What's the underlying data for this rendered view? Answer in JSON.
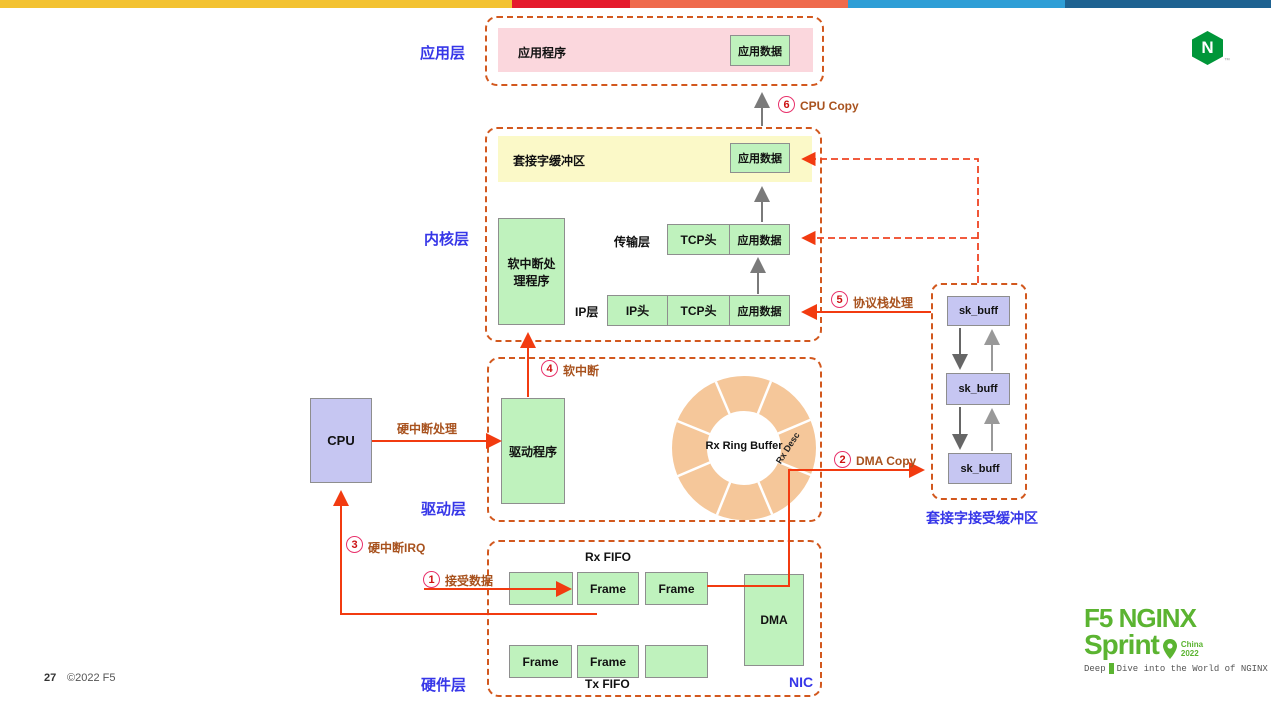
{
  "page": {
    "number": "27",
    "copyright": "©2022 F5"
  },
  "top_bar": {
    "colors": [
      "#F3C231",
      "#E51A2C",
      "#EF6A4C",
      "#2E9ED6",
      "#1E6291"
    ]
  },
  "palette": {
    "dashed_border": "#D2581E",
    "arrow_red": "#F23B10",
    "label_brown": "#A8521E",
    "label_blue": "#3636E8",
    "box_green": "#BFF2BD",
    "box_purple": "#C6C6F2",
    "box_pink": "#FBD7DD",
    "box_yellow": "#FBF9C8",
    "ring_peach": "#F5C79A",
    "nginx_green": "#009639",
    "sprint_green": "#5BB431"
  },
  "nginx_logo": {
    "letter": "N",
    "trademark": "™"
  },
  "sprint_logo": {
    "line1": "F5 NGINX",
    "line2": "Sprint",
    "location": "China",
    "year": "2022",
    "tagline_left": "Deep",
    "tagline_right": "Dive into the World of NGINX"
  },
  "layers": {
    "application": {
      "label": "应用层",
      "program": "应用程序",
      "data_chip": "应用数据"
    },
    "kernel": {
      "label": "内核层",
      "socket_buffer_title": "套接字缓冲区",
      "socket_buffer_chip": "应用数据",
      "softirq_handler": "软中断处\n理程序",
      "transport_row": {
        "label": "传输层",
        "cells": [
          "TCP头",
          "应用数据"
        ]
      },
      "ip_row": {
        "label": "IP层",
        "cells": [
          "IP头",
          "TCP头",
          "应用数据"
        ]
      }
    },
    "driver": {
      "label": "驱动层",
      "cpu": "CPU",
      "driver_box": "驱动程序",
      "ring_label": "Rx Ring Buffer",
      "rx_desc": "Rx Desc"
    },
    "hardware": {
      "label": "硬件层",
      "nic": "NIC",
      "rx_fifo": "Rx FIFO",
      "tx_fifo": "Tx FIFO",
      "dma": "DMA",
      "rx_row": [
        "",
        "Frame",
        "Frame"
      ],
      "tx_row": [
        "Frame",
        "Frame",
        ""
      ]
    }
  },
  "socket_recv_buffer": {
    "label": "套接字接受缓冲区",
    "items": [
      "sk_buff",
      "sk_buff",
      "sk_buff"
    ]
  },
  "steps": [
    {
      "num": "1",
      "label": "接受数据"
    },
    {
      "num": "2",
      "label": "DMA Copy"
    },
    {
      "num": "3",
      "label": "硬中断IRQ"
    },
    {
      "num": "4",
      "label": "软中断"
    },
    {
      "num": "5",
      "label": "协议栈处理"
    },
    {
      "num": "6",
      "label": "CPU Copy"
    }
  ],
  "edge_labels": {
    "hard_irq_processing": "硬中断处理"
  }
}
